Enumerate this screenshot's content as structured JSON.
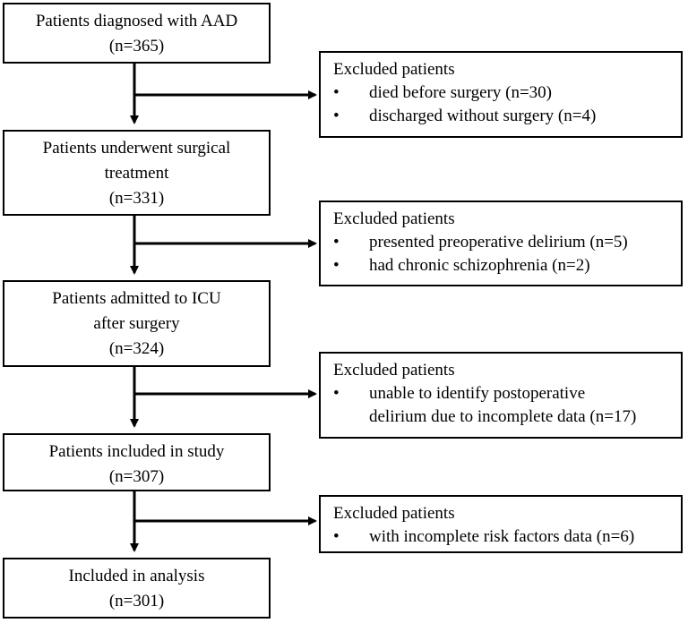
{
  "main_boxes": [
    {
      "lines": [
        "Patients diagnosed with AAD",
        "(n=365)"
      ]
    },
    {
      "lines": [
        "Patients underwent surgical",
        "treatment",
        "(n=331)"
      ]
    },
    {
      "lines": [
        "Patients admitted to ICU",
        "after surgery",
        "(n=324)"
      ]
    },
    {
      "lines": [
        "Patients included in study",
        "(n=307)"
      ]
    },
    {
      "lines": [
        "Included in analysis",
        "(n=301)"
      ]
    }
  ],
  "excluded_boxes": [
    {
      "heading": "Excluded patients",
      "items": [
        [
          "died before surgery (n=30)"
        ],
        [
          "discharged without surgery (n=4)"
        ]
      ]
    },
    {
      "heading": "Excluded patients",
      "items": [
        [
          "presented preoperative delirium (n=5)"
        ],
        [
          "had chronic schizophrenia (n=2)"
        ]
      ]
    },
    {
      "heading": "Excluded patients",
      "items": [
        [
          "unable to identify postoperative",
          "delirium due to incomplete data (n=17)"
        ]
      ]
    },
    {
      "heading": "Excluded patients",
      "items": [
        [
          "with incomplete risk factors data (n=6)"
        ]
      ]
    }
  ],
  "bullet_symbol": "•"
}
